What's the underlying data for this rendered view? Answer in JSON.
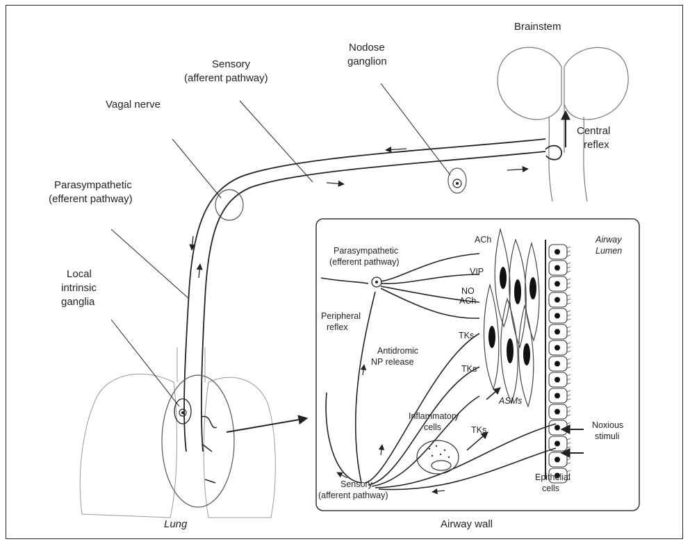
{
  "labels": {
    "brainstem": "Brainstem",
    "sensory_afferent_1": "Sensory",
    "sensory_afferent_2": "(afferent pathway)",
    "nodose_1": "Nodose",
    "nodose_2": "ganglion",
    "vagal_nerve": "Vagal nerve",
    "central_reflex_1": "Central",
    "central_reflex_2": "reflex",
    "parasym_1": "Parasympathetic",
    "parasym_2": "(efferent pathway)",
    "local_1": "Local",
    "local_2": "intrinsic",
    "local_3": "ganglia",
    "lung": "Lung",
    "airway_wall": "Airway wall"
  },
  "inset": {
    "parasym_1": "Parasympathetic",
    "parasym_2": "(efferent pathway)",
    "peripheral_1": "Peripheral",
    "peripheral_2": "reflex",
    "antidromic_1": "Antidromic",
    "antidromic_2": "NP release",
    "inflammatory_1": "Inflammatory",
    "inflammatory_2": "cells",
    "sensory_1": "Sensory",
    "sensory_2": "(afferent pathway)",
    "ach_1": "ACh",
    "vip": "VIP",
    "no": "NO",
    "ach_2": "ACh",
    "tks_1": "TKs",
    "tks_2": "TKs",
    "tks_3": "TKs",
    "asms": "ASMs",
    "airway_lumen_1": "Airway",
    "airway_lumen_2": "Lumen",
    "noxious_1": "Noxious",
    "noxious_2": "stimuli",
    "epithelial_1": "Epithelial",
    "epithelial_2": "cells"
  }
}
